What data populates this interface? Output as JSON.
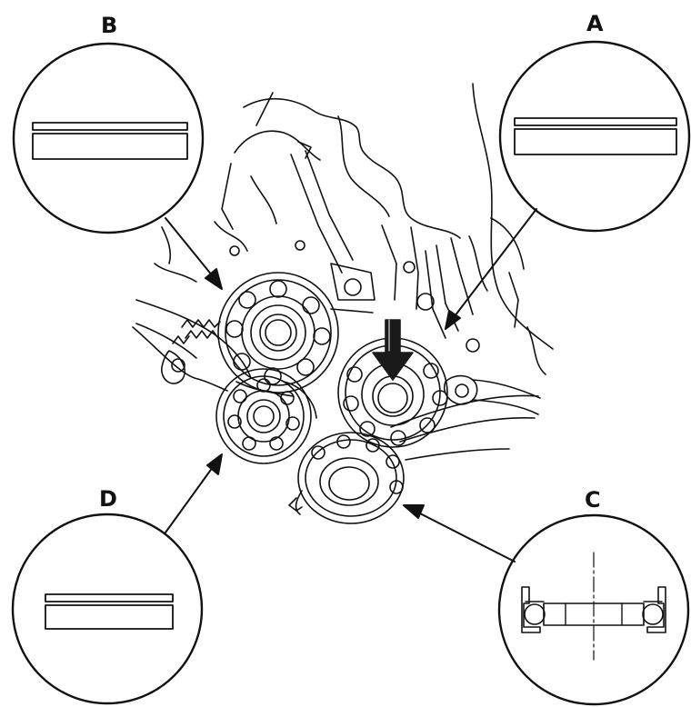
{
  "callouts": {
    "a": {
      "label": "A",
      "detail": "bearing-side-view-plain"
    },
    "b": {
      "label": "B",
      "detail": "bearing-side-view-plain"
    },
    "c": {
      "label": "C",
      "detail": "bearing-cross-section"
    },
    "d": {
      "label": "D",
      "detail": "bearing-side-view-plain"
    }
  },
  "colors": {
    "line": "#111111",
    "background": "#ffffff",
    "press-arrow": "#1a1a1a"
  },
  "icons": {
    "press-direction": "down-arrow-icon"
  }
}
